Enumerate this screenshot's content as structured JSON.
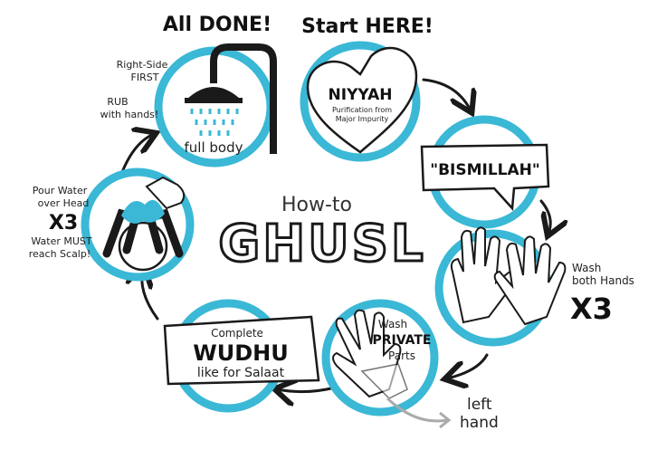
{
  "title": {
    "small": "How-to",
    "big": "GHUSL"
  },
  "labels": {
    "all_done": "All DONE!",
    "start_here": "Start HERE!",
    "niyyah": "NIYYAH",
    "niyyah_sub1": "Purification from",
    "niyyah_sub2": "Major Impurity",
    "bismillah": "\"BISMILLAH\"",
    "wash_both_1": "Wash",
    "wash_both_2": "both Hands",
    "wash_both_x3": "X3",
    "wash_private_1": "Wash",
    "wash_private_2": "PRIVATE",
    "wash_private_3": "Parts",
    "left_1": "left",
    "left_2": "hand",
    "wudhu_1": "Complete",
    "wudhu_2": "WUDHU",
    "wudhu_3": "like for Salaat",
    "pour_1": "Pour Water",
    "pour_2": "over Head",
    "pour_x3": "X3",
    "pour_3": "Water MUST",
    "pour_4": "reach Scalp!",
    "right_1": "Right-Side",
    "right_2": "FIRST",
    "rub_1": "RUB",
    "rub_2": "with hands!",
    "full_body": "full body"
  },
  "colors": {
    "ring": "#3ab8d6",
    "ink": "#1a1a1a",
    "water": "#3ab8d6"
  }
}
